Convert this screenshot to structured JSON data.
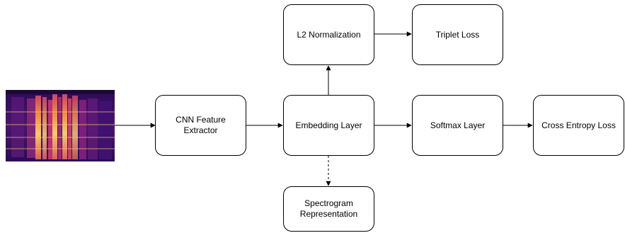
{
  "diagram": {
    "nodes": {
      "cnn": "CNN Feature\nExtractor",
      "embedding": "Embedding Layer",
      "l2": "L2 Normalization",
      "triplet": "Triplet Loss",
      "softmax": "Softmax Layer",
      "crossentropy": "Cross Entropy Loss",
      "spectro_repr": "Spectrogram\nRepresentation"
    },
    "edges": [
      {
        "from": "spectrogram-image",
        "to": "cnn",
        "style": "solid"
      },
      {
        "from": "cnn",
        "to": "embedding",
        "style": "solid"
      },
      {
        "from": "embedding",
        "to": "l2",
        "style": "solid"
      },
      {
        "from": "l2",
        "to": "triplet",
        "style": "solid"
      },
      {
        "from": "embedding",
        "to": "softmax",
        "style": "solid"
      },
      {
        "from": "softmax",
        "to": "crossentropy",
        "style": "solid"
      },
      {
        "from": "embedding",
        "to": "spectro_repr",
        "style": "dashed"
      }
    ],
    "colors": {
      "spectrogram_dark": "#2b0a57",
      "spectrogram_mid": "#7b1f7a",
      "spectrogram_hot": "#e0654a",
      "spectrogram_bright": "#f8c873"
    }
  }
}
